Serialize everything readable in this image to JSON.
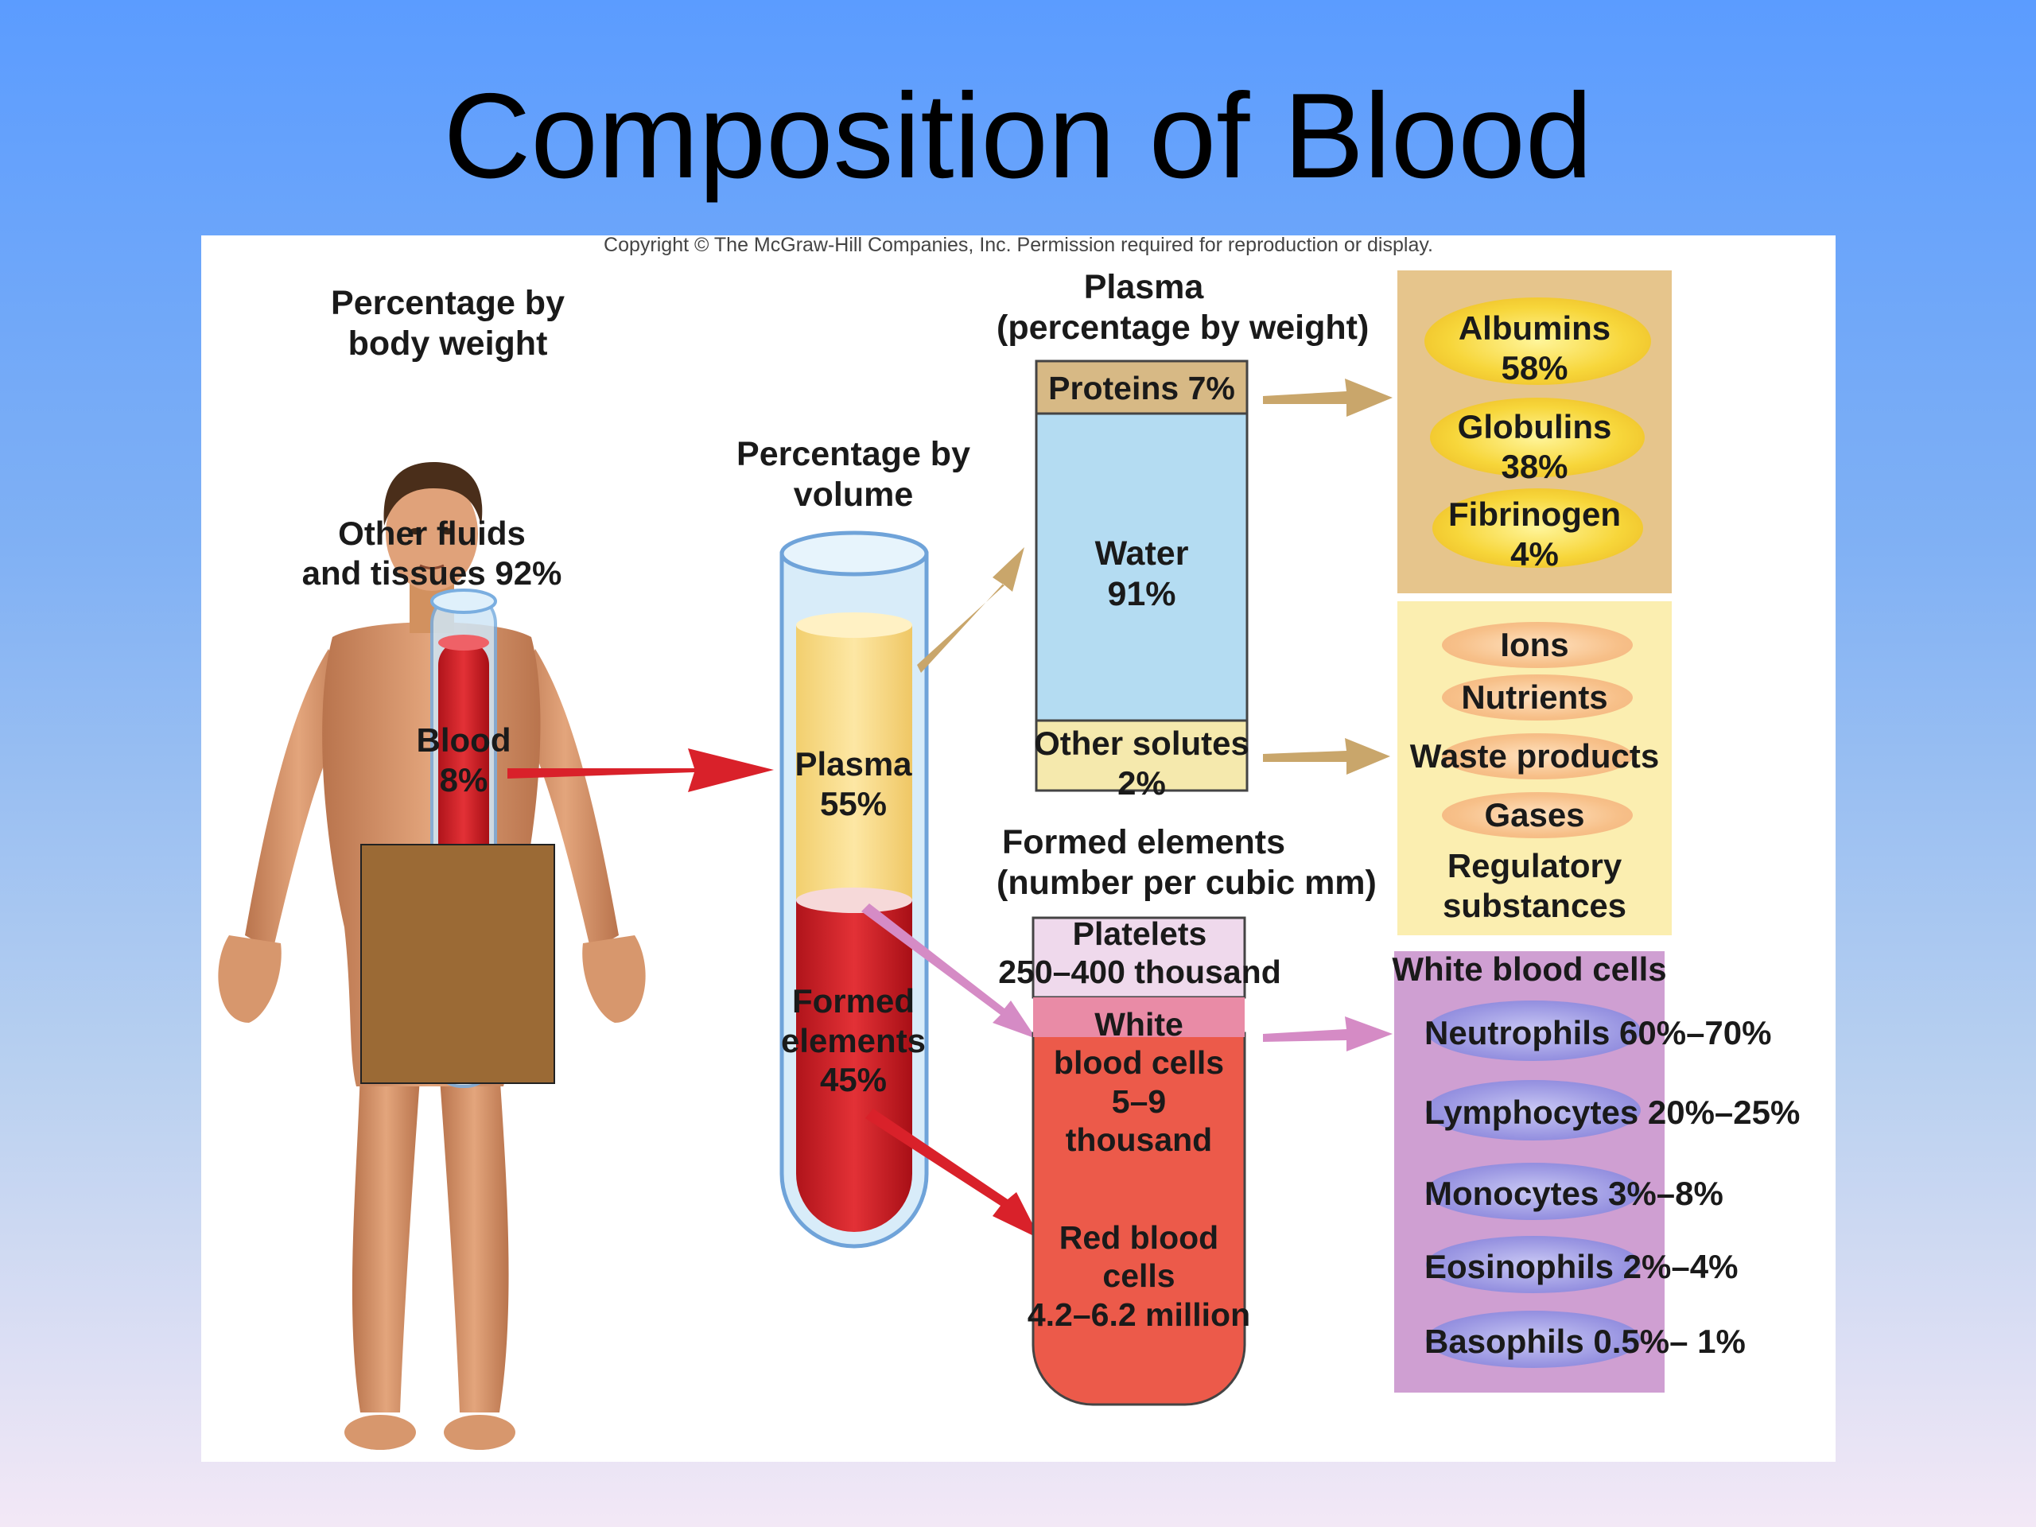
{
  "slide": {
    "title": "Composition of Blood",
    "copyright": "Copyright © The McGraw-Hill Companies, Inc. Permission required for reproduction or display."
  },
  "body_weight": {
    "heading_line1": "Percentage by",
    "heading_line2": "body weight",
    "other_line1": "Other fluids",
    "other_line2": "and tissues 92%",
    "blood_line1": "Blood",
    "blood_line2": "8%"
  },
  "volume": {
    "heading_line1": "Percentage by",
    "heading_line2": "volume",
    "plasma_line1": "Plasma",
    "plasma_line2": "55%",
    "formed_line1": "Formed",
    "formed_line2": "elements",
    "formed_line3": "45%"
  },
  "plasma_weight": {
    "heading_line1": "Plasma",
    "heading_line2": "(percentage by weight)",
    "proteins": "Proteins 7%",
    "water_line1": "Water",
    "water_line2": "91%",
    "solutes_line1": "Other solutes",
    "solutes_line2": "2%"
  },
  "proteins_list": [
    {
      "name": "Albumins",
      "value": "58%"
    },
    {
      "name": "Globulins",
      "value": "38%"
    },
    {
      "name": "Fibrinogen",
      "value": "4%"
    }
  ],
  "solutes_list": [
    "Ions",
    "Nutrients",
    "Waste products",
    "Gases",
    "Regulatory",
    "substances"
  ],
  "formed": {
    "heading_line1": "Formed elements",
    "heading_line2": "(number per cubic mm)",
    "platelets_line1": "Platelets",
    "platelets_line2": "250–400 thousand",
    "wbc_line1": "White",
    "wbc_line2": "blood cells",
    "wbc_line3": "5–9",
    "wbc_line4": "thousand",
    "rbc_line1": "Red blood",
    "rbc_line2": "cells",
    "rbc_line3": "4.2–6.2 million"
  },
  "wbc_list": {
    "heading": "White blood cells",
    "items": [
      "Neutrophils 60%–70%",
      "Lymphocytes 20%–25%",
      "Monocytes 3%–8%",
      "Eosinophils 2%–4%",
      "Basophils 0.5%– 1%"
    ]
  },
  "colors": {
    "plasma": "#f8df8c",
    "water": "#b4dcf2",
    "proteins_band": "#d7b985",
    "blood_red": "#d9212a",
    "protein_panel": "#e6c58c",
    "solute_panel": "#fbeeb0",
    "wbc_panel": "#cf9fd2",
    "cover_box": "#9b6a35"
  }
}
